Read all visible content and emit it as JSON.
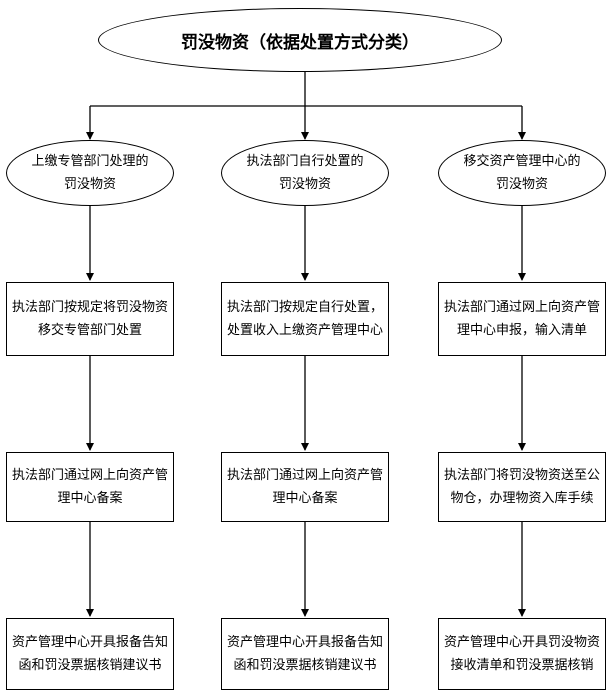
{
  "root": {
    "title": "罚没物资（依据处置方式分类）"
  },
  "columns": [
    {
      "category": "上缴专管部门处理的罚没物资",
      "steps": [
        "执法部门按规定将罚没物资移交专管部门处置",
        "执法部门通过网上向资产管理中心备案",
        "资产管理中心开具报备告知函和罚没票据核销建议书"
      ]
    },
    {
      "category": "执法部门自行处置的罚没物资",
      "steps": [
        "执法部门按规定自行处置，处置收入上缴资产管理中心",
        "执法部门通过网上向资产管理中心备案",
        "资产管理中心开具报备告知函和罚没票据核销建议书"
      ]
    },
    {
      "category": "移交资产管理中心的罚没物资",
      "steps": [
        "执法部门通过网上向资产管理中心申报，输入清单",
        "执法部门将罚没物资送至公物仓，办理物资入库手续",
        "资产管理中心开具罚没物资接收清单和罚没票据核销"
      ]
    }
  ]
}
